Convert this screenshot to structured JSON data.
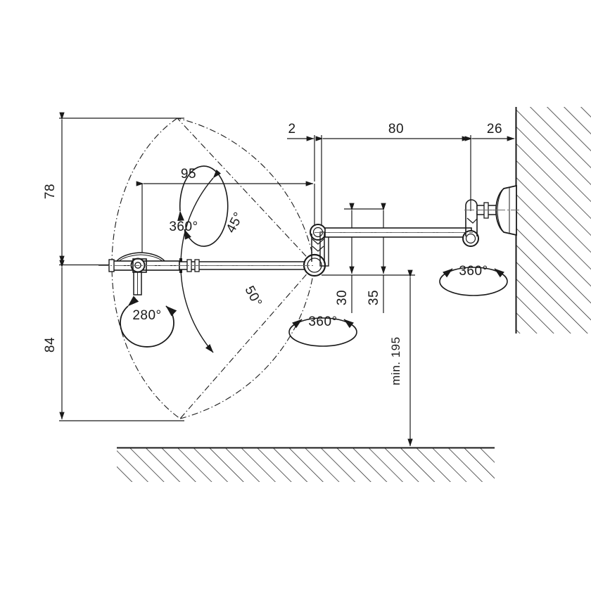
{
  "drawing": {
    "title": "Wall-mounted articulated lamp arm dimensional drawing",
    "units_note": "",
    "line_color": "#1a1a1a",
    "background_color": "#ffffff"
  },
  "dimensions": {
    "vertical_upper": "78",
    "vertical_lower": "84",
    "reach_horizontal": "95",
    "offset_small": "2",
    "arm_span": "80",
    "wall_bracket": "26",
    "joint_drop_inner": "30",
    "joint_drop_outer": "35",
    "floor_clearance": "min. 195"
  },
  "angles": {
    "head_tilt": "45°",
    "head_tilt_lower": "50°",
    "head_rotation": "280°"
  },
  "rotation_labels": {
    "head_swivel": "360°",
    "elbow_swivel": "360°",
    "wall_swivel": "360°"
  },
  "features": {
    "wall_label": "wall-hatching",
    "floor_label": "floor-hatching",
    "envelope_label": "swing-envelope",
    "lamp_head_label": "lamp-head",
    "arm_label": "articulated-arm",
    "wall_mount_label": "wall-mount-plate"
  }
}
